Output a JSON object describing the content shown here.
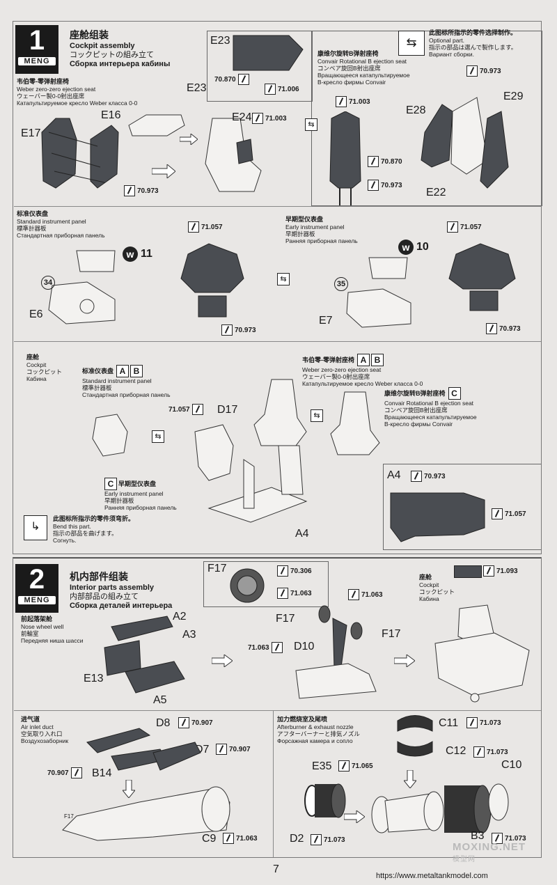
{
  "step1": {
    "number": "1",
    "brand": "MENG",
    "title_cn": "座舱组装",
    "title_en": "Cockpit assembly",
    "title_jp": "コックピットの組み立て",
    "title_ru": "Сборка интерьера кабины",
    "weber": {
      "cn": "韦伯零-零弹射座椅",
      "en": "Weber zero-zero ejection seat",
      "jp": "ウェーバー製0-0射出座席",
      "ru": "Катапультируемое кресло Weber класса 0-0"
    },
    "convair": {
      "cn": "康维尔旋转B弹射座椅",
      "en": "Convair Rotational B ejection seat",
      "jp": "コンベア旋回B射出座席",
      "ru1": "Вращающееся катапультируемое",
      "ru2": "В-кресло фирмы Convair"
    },
    "optional": {
      "cn": "此图标所指示的零件选择制作。",
      "en": "Optional part.",
      "jp": "指示の部品は選んで製作します。",
      "ru": "Вариант сборки."
    },
    "parts": {
      "e17": "E17",
      "e16": "E16",
      "e23": "E23",
      "e24": "E24",
      "e28": "E28",
      "e29": "E29",
      "e22": "E22",
      "e6": "E6",
      "e7": "E7",
      "d17": "D17",
      "a4": "A4",
      "w11": "11",
      "w10": "10",
      "w": "w",
      "c34": "34",
      "c35": "35"
    },
    "paints": {
      "p70973": "70.973",
      "p70870": "70.870",
      "p71006": "71.006",
      "p71003": "71.003",
      "p71057": "71.057"
    },
    "std_panel": {
      "cn": "标准仪表盘",
      "en": "Standard instrument panel",
      "jp": "標準計器板",
      "ru": "Стандартная приборная панель"
    },
    "early_panel": {
      "cn": "早期型仪表盘",
      "en": "Early instrument panel",
      "jp": "早期計器板",
      "ru": "Ранняя приборная панель"
    },
    "cockpit": {
      "cn": "座舱",
      "en": "Cockpit",
      "jp": "コックピット",
      "ru": "Кабина"
    },
    "bend": {
      "cn": "此图标所指示的零件须弯折。",
      "en": "Bend this part.",
      "jp": "指示の部品を曲げます。",
      "ru": "Согнуть."
    },
    "tag_a": "A",
    "tag_b": "B",
    "tag_c": "C"
  },
  "step2": {
    "number": "2",
    "brand": "MENG",
    "title_cn": "机内部件组装",
    "title_en": "Interior parts assembly",
    "title_jp": "内部部品の組み立て",
    "title_ru": "Сборка деталей интерьера",
    "nose": {
      "cn": "前起落架舱",
      "en": "Nose wheel well",
      "jp": "前輪室",
      "ru": "Передняя ниша шасси"
    },
    "air": {
      "cn": "进气道",
      "en": "Air inlet duct",
      "jp": "空気取り入れ口",
      "ru": "Воздухозаборник"
    },
    "afterburner": {
      "cn": "加力燃烧室及尾喷",
      "en": "Afterburner & exhaust nozzle",
      "jp": "アフターバーナーと排気ノズル",
      "ru": "Форсажная камера и сопло"
    },
    "cockpit": {
      "cn": "座舱",
      "en": "Cockpit",
      "jp": "コックピット",
      "ru": "Кабина"
    },
    "parts": {
      "f17": "F17",
      "a2": "A2",
      "a3": "A3",
      "e13": "E13",
      "a5": "A5",
      "d10": "D10",
      "d8": "D8",
      "d7": "D7",
      "b14": "B14",
      "c9": "C9",
      "e35": "E35",
      "d2": "D2",
      "c11": "C11",
      "c12": "C12",
      "c10": "C10",
      "b3": "B3"
    },
    "paints": {
      "p70306": "70.306",
      "p71063": "71.063",
      "p71093": "71.093",
      "p70907": "70.907",
      "p71065": "71.065",
      "p71073": "71.073"
    }
  },
  "footer": {
    "page": "7",
    "url": "https://www.metaltankmodel.com",
    "watermark": "MOXING.NET",
    "watermark_cn": "模型网"
  }
}
